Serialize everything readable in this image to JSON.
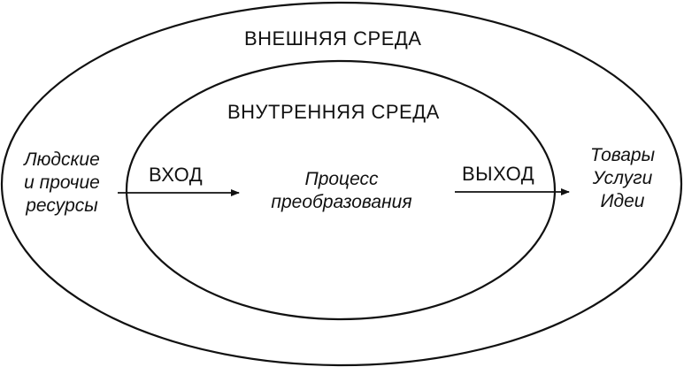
{
  "diagram": {
    "outer_label": "ВНЕШНЯЯ СРЕДА",
    "inner_label": "ВНУТРЕННЯЯ СРЕДА",
    "input_label": "ВХОД",
    "output_label": "ВЫХОД",
    "process": {
      "line1": "Процесс",
      "line2": "преобразования"
    },
    "resources": {
      "line1": "Людские",
      "line2": "и прочие",
      "line3": "ресурсы"
    },
    "results": {
      "line1": "Товары",
      "line2": "Услуги",
      "line3": "Идеи"
    },
    "colors": {
      "stroke": "#111111",
      "background": "#ffffff"
    }
  }
}
